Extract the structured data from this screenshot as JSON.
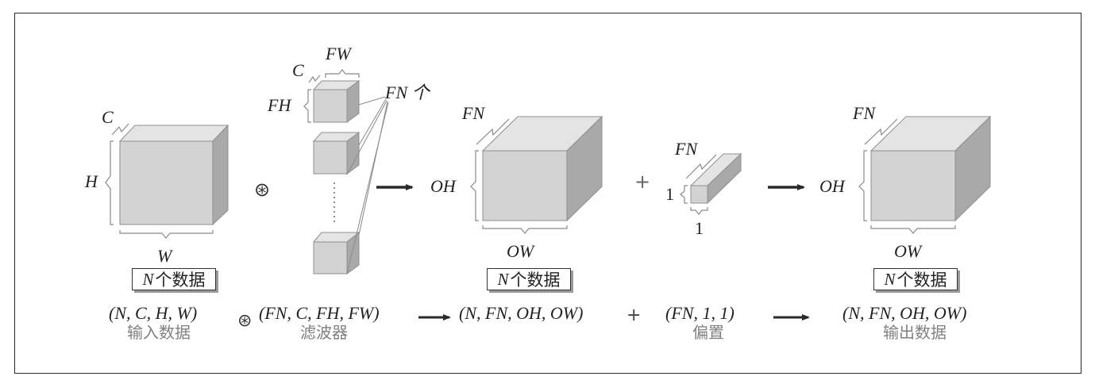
{
  "input": {
    "channel_label": "C",
    "height_label": "H",
    "width_label": "W",
    "batch_var": "N",
    "batch_text": "个数据",
    "shape": "(N, C, H, W)",
    "caption": "输入数据"
  },
  "conv_operator": "⊛",
  "filter": {
    "width_label": "FW",
    "channel_label": "C",
    "height_label": "FH",
    "count_label": "FN 个",
    "shape": "(FN, C, FH, FW)",
    "caption": "滤波器"
  },
  "conv_output": {
    "channel_label": "FN",
    "height_label": "OH",
    "width_label": "OW",
    "batch_var": "N",
    "batch_text": "个数据",
    "shape": "(N, FN, OH, OW)"
  },
  "plus_operator": "+",
  "bias": {
    "channel_label": "FN",
    "height_label": "1",
    "width_label": "1",
    "shape": "(FN, 1, 1)",
    "caption": "偏置"
  },
  "output": {
    "channel_label": "FN",
    "height_label": "OH",
    "width_label": "OW",
    "batch_var": "N",
    "batch_text": "个数据",
    "shape": "(N, FN, OH, OW)",
    "caption": "输出数据"
  },
  "colors": {
    "front": "#d3d3d3",
    "top": "#e4e4e4",
    "side": "#a9a9a9",
    "edge": "#8f8f8f",
    "bracket": "#8a8a8a",
    "arrow": "#2a2a2a"
  }
}
